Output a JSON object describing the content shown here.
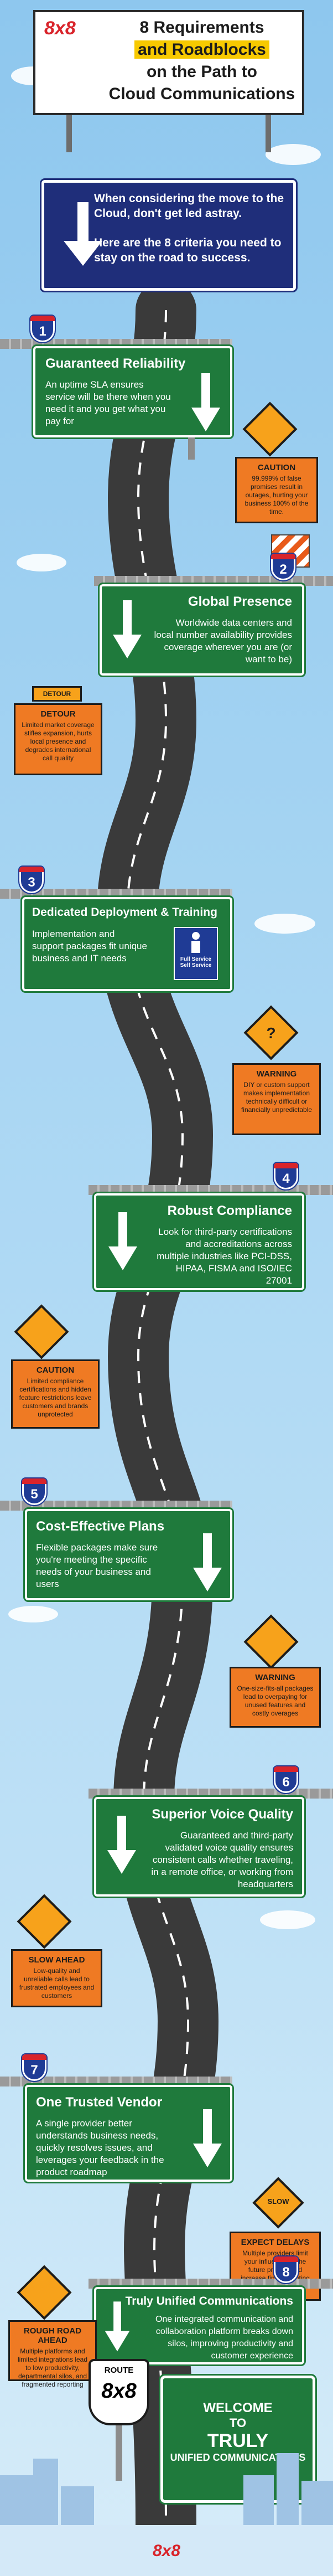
{
  "header": {
    "logo": "8x8",
    "title_line1": "8 Requirements",
    "title_line2": "and Roadblocks",
    "title_line3": "on the Path to",
    "title_line4": "Cloud Communications"
  },
  "intro": {
    "p1": "When considering the move to the Cloud, don't get led astray.",
    "p2": "Here are the 8 criteria you need to stay on the road to success."
  },
  "requirements": [
    {
      "num": "1",
      "title": "Guaranteed Reliability",
      "body": "An uptime SLA ensures service will be there when you need it and you get what you pay for"
    },
    {
      "num": "2",
      "title": "Global Presence",
      "body": "Worldwide data centers and local number availability provides coverage wherever you are (or want to be)"
    },
    {
      "num": "3",
      "title": "Dedicated Deployment & Training",
      "body": "Implementation and support packages fit unique business and IT needs",
      "badge1": "Full Service",
      "badge2": "Self Service"
    },
    {
      "num": "4",
      "title": "Robust Compliance",
      "body": "Look for third-party certifications and accreditations across multiple industries like PCI-DSS, HIPAA, FISMA and ISO/IEC 27001"
    },
    {
      "num": "5",
      "title": "Cost-Effective Plans",
      "body": "Flexible packages make sure you're meeting the specific needs of your business and users"
    },
    {
      "num": "6",
      "title": "Superior Voice Quality",
      "body": "Guaranteed and third-party validated voice quality ensures consistent calls whether traveling, in a remote office, or working from headquarters"
    },
    {
      "num": "7",
      "title": "One Trusted Vendor",
      "body": "A single provider better understands business needs, quickly resolves issues, and leverages your feedback in the product roadmap"
    },
    {
      "num": "8",
      "title": "Truly Unified Communications",
      "body": "One integrated communication and collaboration platform breaks down silos, improving productivity and customer experience"
    }
  ],
  "roadblocks": [
    {
      "title": "CAUTION",
      "body": "99.999% of false promises result in outages, hurting your business 100% of the time."
    },
    {
      "sign": "DETOUR",
      "title": "DETOUR",
      "body": "Limited market coverage stifles expansion, hurts local presence and degrades international call quality"
    },
    {
      "title": "WARNING",
      "body": "DIY or custom support makes implementation technically difficult or financially unpredictable"
    },
    {
      "title": "CAUTION",
      "body": "Limited compliance certifications and hidden feature restrictions leave customers and brands unprotected"
    },
    {
      "title": "WARNING",
      "body": "One-size-fits-all packages lead to overpaying for unused features and costly overages"
    },
    {
      "title": "SLOW AHEAD",
      "body": "Low-quality and unreliable calls lead to frustrated employees and customers"
    },
    {
      "sign": "SLOW",
      "title": "EXPECT DELAYS",
      "body": "Multiple providers limit your influence on the future product and increase finger-pointing and delays in resolution"
    },
    {
      "title": "ROUGH ROAD AHEAD",
      "body": "Multiple platforms and limited integrations lead to low productivity, departmental silos, and fragmented reporting"
    }
  ],
  "route_sign": {
    "label": "ROUTE",
    "logo": "8x8"
  },
  "welcome": {
    "line1": "WELCOME",
    "line2": "TO",
    "line3": "TRULY",
    "line4": "UNIFIED COMMUNICATIONS"
  },
  "footer": {
    "logo": "8x8"
  },
  "colors": {
    "sign_green": "#1f7a3c",
    "shield_blue": "#1f3b95",
    "warning_orange": "#ef7a23",
    "brand_red": "#d9242b",
    "highlight_yellow": "#f7c900"
  }
}
